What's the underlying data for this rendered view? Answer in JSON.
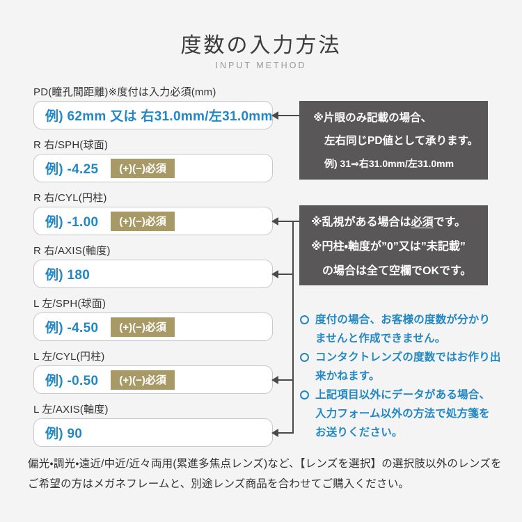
{
  "header": {
    "title": "度数の入力方法",
    "subtitle": "INPUT METHOD"
  },
  "form": {
    "rows": [
      {
        "label": "PD(瞳孔間距離)※度付は入力必須(mm)",
        "value": "例) 62mm 又は 右31.0mm/左31.0mm"
      },
      {
        "label": "R 右/SPH(球面)",
        "value": "例) -4.25",
        "badge": "(+)(−)必須"
      },
      {
        "label": "R 右/CYL(円柱)",
        "value": "例) -1.00",
        "badge": "(+)(−)必須"
      },
      {
        "label": "R 右/AXIS(軸度)",
        "value": "例) 180"
      },
      {
        "label": "L 左/SPH(球面)",
        "value": "例) -4.50",
        "badge": "(+)(−)必須"
      },
      {
        "label": "L 左/CYL(円柱)",
        "value": "例) -0.50",
        "badge": "(+)(−)必須"
      },
      {
        "label": "L 左/AXIS(軸度)",
        "value": "例) 90"
      }
    ]
  },
  "callouts": {
    "pd_note": {
      "line1": "※片眼のみ記載の場合、",
      "line2": "左右同じPD値として承ります。",
      "line3": "例) 31⇒右31.0mm/左31.0mm"
    },
    "cyl_note": {
      "line1_pre": "※乱視がある場合は",
      "line1_em": "必須",
      "line1_post": "です。",
      "line2": "※円柱・軸度が”0”又は”未記載”",
      "line3": "の場合は全て空欄でOKです。"
    }
  },
  "notes": {
    "items": [
      {
        "text": "度付の場合、お客様の度数が分かり\nませんと作成できません。"
      },
      {
        "text": "コンタクトレンズの度数ではお作り出\n来かねます。"
      },
      {
        "text": "上記項目以外にデータがある場合、\n入力フォーム以外の方法で処方箋を\nお送りください。"
      }
    ]
  },
  "footer": {
    "text": "偏光・調光・遠近/中近/近々両用(累進多焦点レンズ)など、【レンズを選択】の選択肢以外のレンズをご希望の方はメガネフレームと、別途レンズ商品を合わせてご購入ください。"
  },
  "colors": {
    "accent_blue": "#2287c2",
    "badge_tan": "#a89a66",
    "callout_gray": "#595757",
    "background": "#f4f4f5",
    "arrow_gray": "#4a4a4a"
  }
}
